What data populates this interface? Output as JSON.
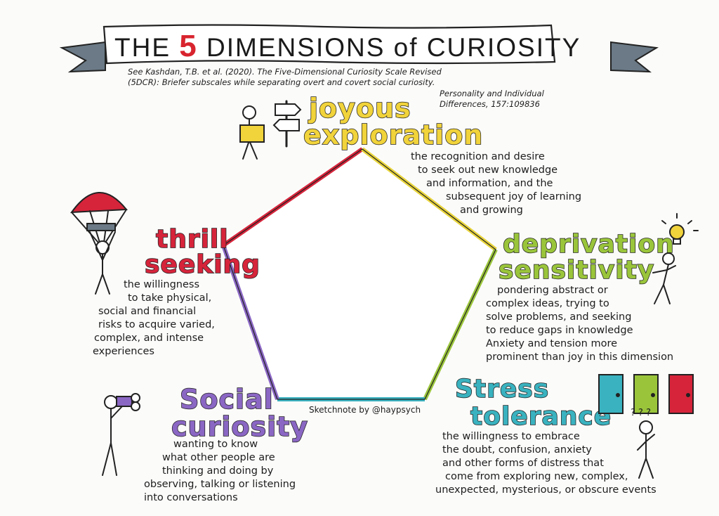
{
  "title": {
    "prefix": "THE",
    "number": "5",
    "suffix": "DIMENSIONS of CURIOSITY"
  },
  "citation": {
    "line1": "See Kashdan, T.B. et al. (2020). The Five-Dimensional Curiosity Scale Revised",
    "line2": "(5DCR): Briefer subscales while separating overt and covert social curiosity.",
    "journal1": "Personality and Individual",
    "journal2": "Differences, 157:109836"
  },
  "dimensions": {
    "joyous": {
      "title1": "joyous",
      "title2": "exploration",
      "color": "#f1d33b",
      "desc": [
        "the recognition and desire",
        "to seek out new knowledge",
        "and information, and the",
        "subsequent joy of learning",
        "and growing"
      ]
    },
    "deprivation": {
      "title1": "deprivation",
      "title2": "sensitivity",
      "color": "#9ac53b",
      "desc": [
        "pondering abstract or",
        "complex ideas, trying to",
        "solve problems, and seeking",
        "to reduce gaps in knowledge",
        "Anxiety and tension more",
        "prominent than joy in this dimension"
      ]
    },
    "stress": {
      "title1": "Stress",
      "title2": "tolerance",
      "color": "#3ab2bf",
      "desc": [
        "the willingness to embrace",
        "the doubt, confusion, anxiety",
        "and other forms of distress that",
        "come from exploring new, complex,",
        "unexpected, mysterious, or obscure events"
      ]
    },
    "social": {
      "title1": "Social",
      "title2": "curiosity",
      "color": "#8b67c4",
      "desc": [
        "wanting to know",
        "what other people are",
        "thinking and doing by",
        "observing, talking or listening",
        "into conversations"
      ]
    },
    "thrill": {
      "title1": "thrill",
      "title2": "seeking",
      "color": "#d6243b",
      "desc": [
        "the willingness",
        "to take physical,",
        "social and financial",
        "risks to acquire varied,",
        "complex, and intense",
        "experiences"
      ]
    }
  },
  "credit": "Sketchnote by @haypsych",
  "doodle_labels": {
    "question_marks": "?  ?  ?"
  },
  "colors": {
    "banner_gray": "#6b7a86",
    "red": "#d6243b",
    "yellow": "#e7d33b",
    "green": "#9ac53b",
    "teal": "#3ab2bf",
    "purple": "#8b67c4",
    "title_red": "#d8242e"
  }
}
